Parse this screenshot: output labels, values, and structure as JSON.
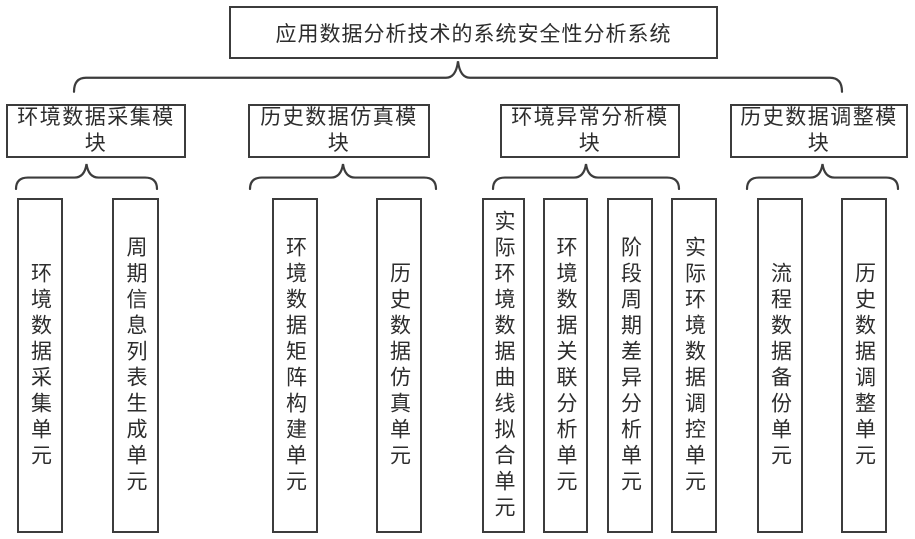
{
  "diagram": {
    "root": {
      "label": "应用数据分析技术的系统安全性分析系统"
    },
    "modules": [
      {
        "label": "环境数据采集模块",
        "units": [
          "环境数据采集单元",
          "周期信息列表生成单元"
        ]
      },
      {
        "label": "历史数据仿真模块",
        "units": [
          "环境数据矩阵构建单元",
          "历史数据仿真单元"
        ]
      },
      {
        "label": "环境异常分析模块",
        "units": [
          "实际环境数据曲线拟合单元",
          "环境数据关联分析单元",
          "阶段周期差异分析单元",
          "实际环境数据调控单元"
        ]
      },
      {
        "label": "历史数据调整模块",
        "units": [
          "流程数据备份单元",
          "历史数据调整单元"
        ]
      }
    ],
    "colors": {
      "line": "#3c3c3c",
      "text": "#2d2d2d",
      "background": "#ffffff"
    }
  }
}
